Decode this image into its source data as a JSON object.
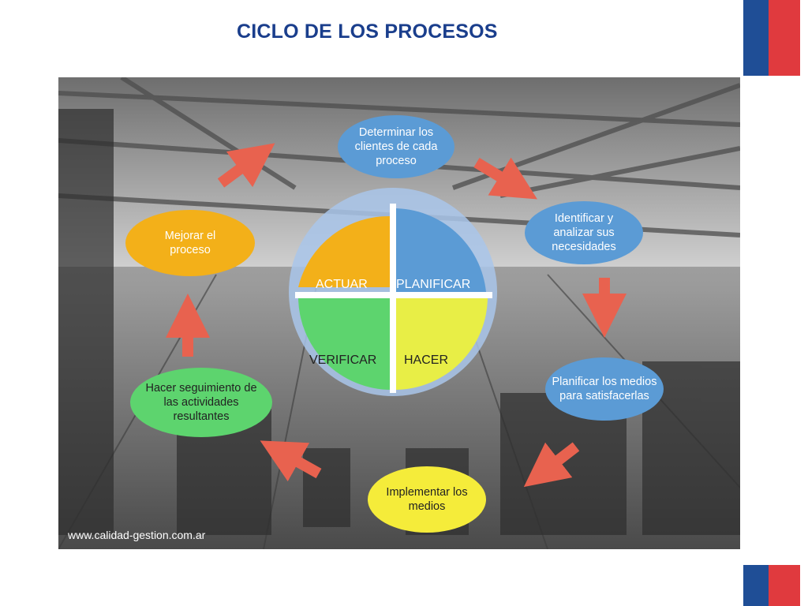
{
  "title": "CICLO DE LOS PROCESOS",
  "cycle": {
    "quadrants": {
      "actuar": "ACTUAR",
      "planificar": "PLANIFICAR",
      "verificar": "VERIFICAR",
      "hacer": "HACER"
    },
    "steps": {
      "determinar": "Determinar los clientes de cada proceso",
      "identificar": "Identificar y analizar sus necesidades",
      "planificar_medios": "Planificar los medios para satisfacerlas",
      "implementar": "Implementar los medios",
      "seguimiento": "Hacer seguimiento de las actividades resultantes",
      "mejorar": "Mejorar el proceso"
    }
  },
  "watermark": "www.calidad-gestion.com.ar",
  "colors": {
    "title": "#1a3e8c",
    "flag_blue": "#1f4e96",
    "flag_red": "#e03a3e",
    "actuar": "#f3b019",
    "planificar": "#5b9bd5",
    "verificar": "#5dd46e",
    "hacer": "#e8ee46",
    "arrow": "#e8624f"
  }
}
